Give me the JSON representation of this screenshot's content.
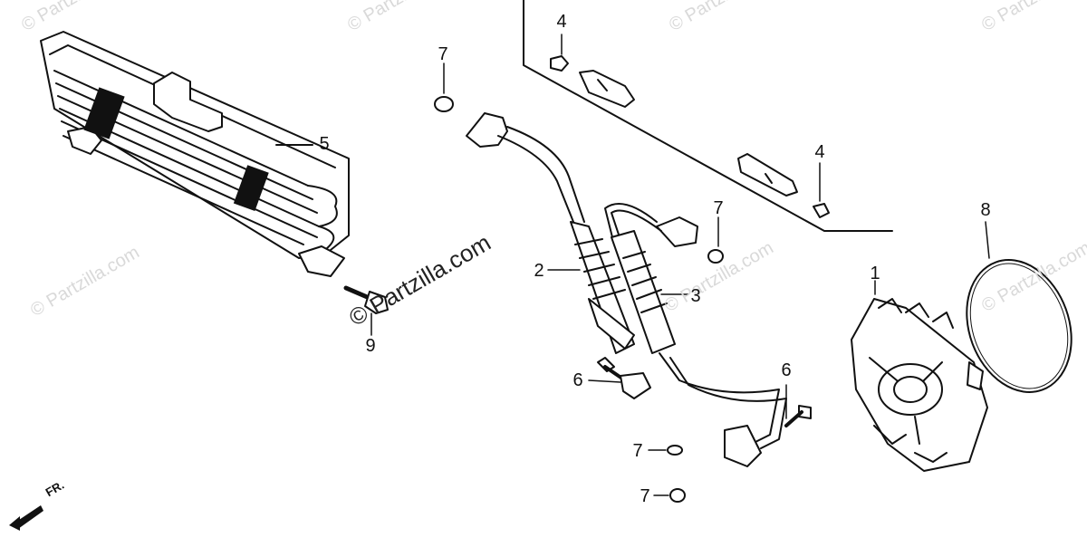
{
  "watermarks": {
    "small": "© Partzilla.com",
    "main": "© Partzilla.com"
  },
  "direction_label": "FR.",
  "callouts": [
    {
      "id": "c5",
      "text": "5"
    },
    {
      "id": "c7a",
      "text": "7"
    },
    {
      "id": "c4a",
      "text": "4"
    },
    {
      "id": "c4b",
      "text": "4"
    },
    {
      "id": "c7b",
      "text": "7"
    },
    {
      "id": "c8",
      "text": "8"
    },
    {
      "id": "c1",
      "text": "1"
    },
    {
      "id": "c2",
      "text": "2"
    },
    {
      "id": "c3",
      "text": "3"
    },
    {
      "id": "c9",
      "text": "9"
    },
    {
      "id": "c6a",
      "text": "6"
    },
    {
      "id": "c6b",
      "text": "6"
    },
    {
      "id": "c7c",
      "text": "7"
    },
    {
      "id": "c7d",
      "text": "7"
    }
  ],
  "colors": {
    "line": "#111111",
    "watermark": "#d9d9d9"
  }
}
